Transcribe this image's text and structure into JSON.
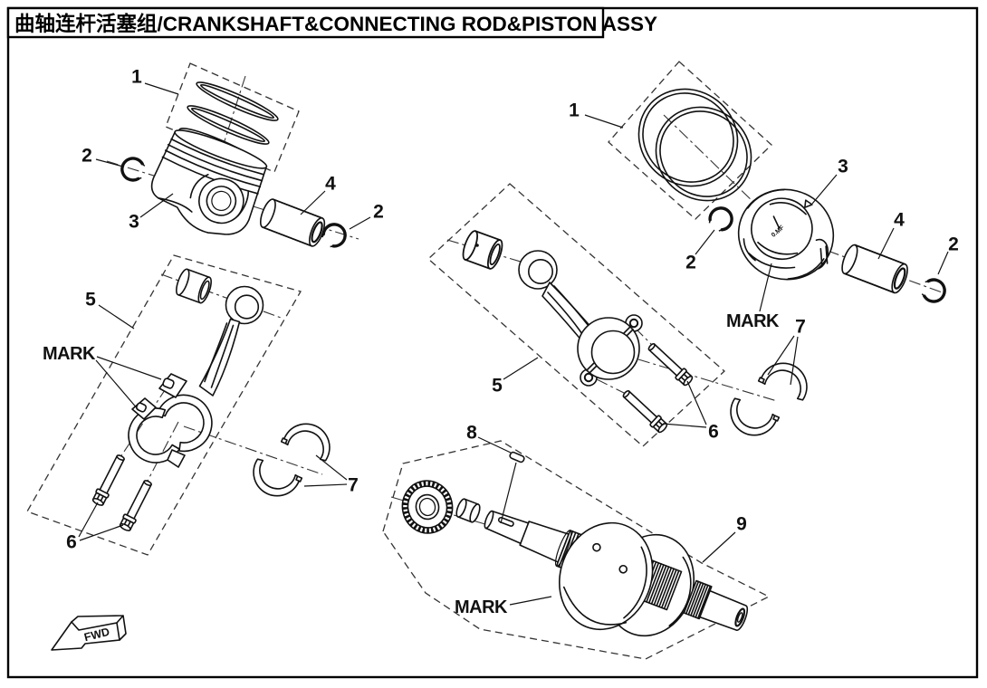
{
  "header": {
    "title": "曲轴连杆活塞组/CRANKSHAFT&CONNECTING ROD&PISTON ASSY"
  },
  "figure": {
    "callouts": {
      "left_rings": "1",
      "left_circlip_left": "2",
      "left_piston": "3",
      "left_pin": "4",
      "left_circlip_right": "2",
      "left_rod": "5",
      "left_bolts": "6",
      "left_shells": "7",
      "mid_rod": "5",
      "mid_bolts": "6",
      "woodruff_key": "8",
      "mid_circlip": "2",
      "right_rings": "1",
      "right_piston": "3",
      "right_pin": "4",
      "right_circlip_right": "2",
      "right_shells": "7",
      "crankshaft": "9"
    },
    "marks": {
      "left_rod_mark": "MARK",
      "right_piston_mark": "MARK",
      "crankshaft_mark": "MARK"
    },
    "piston_stamp": "0.MF",
    "direction": "FWD"
  }
}
